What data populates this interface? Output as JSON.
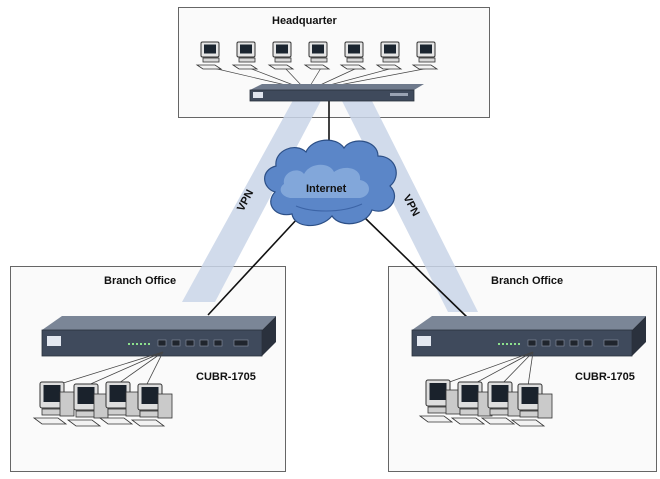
{
  "headquarter": {
    "title": "Headquarter"
  },
  "internet": {
    "label": "Internet"
  },
  "vpn": {
    "left_label": "VPN",
    "right_label": "VPN"
  },
  "branch_left": {
    "title": "Branch Office",
    "model": "CUBR-1705"
  },
  "branch_right": {
    "title": "Branch Office",
    "model": "CUBR-1705"
  },
  "colors": {
    "tunnel": "#c8d4e6",
    "cloud": "#5b86c8",
    "router_body": "#3f4a5c",
    "box_border": "#555555"
  },
  "icons": [
    "desktop-computer-icon",
    "router-icon",
    "internet-cloud-icon"
  ]
}
